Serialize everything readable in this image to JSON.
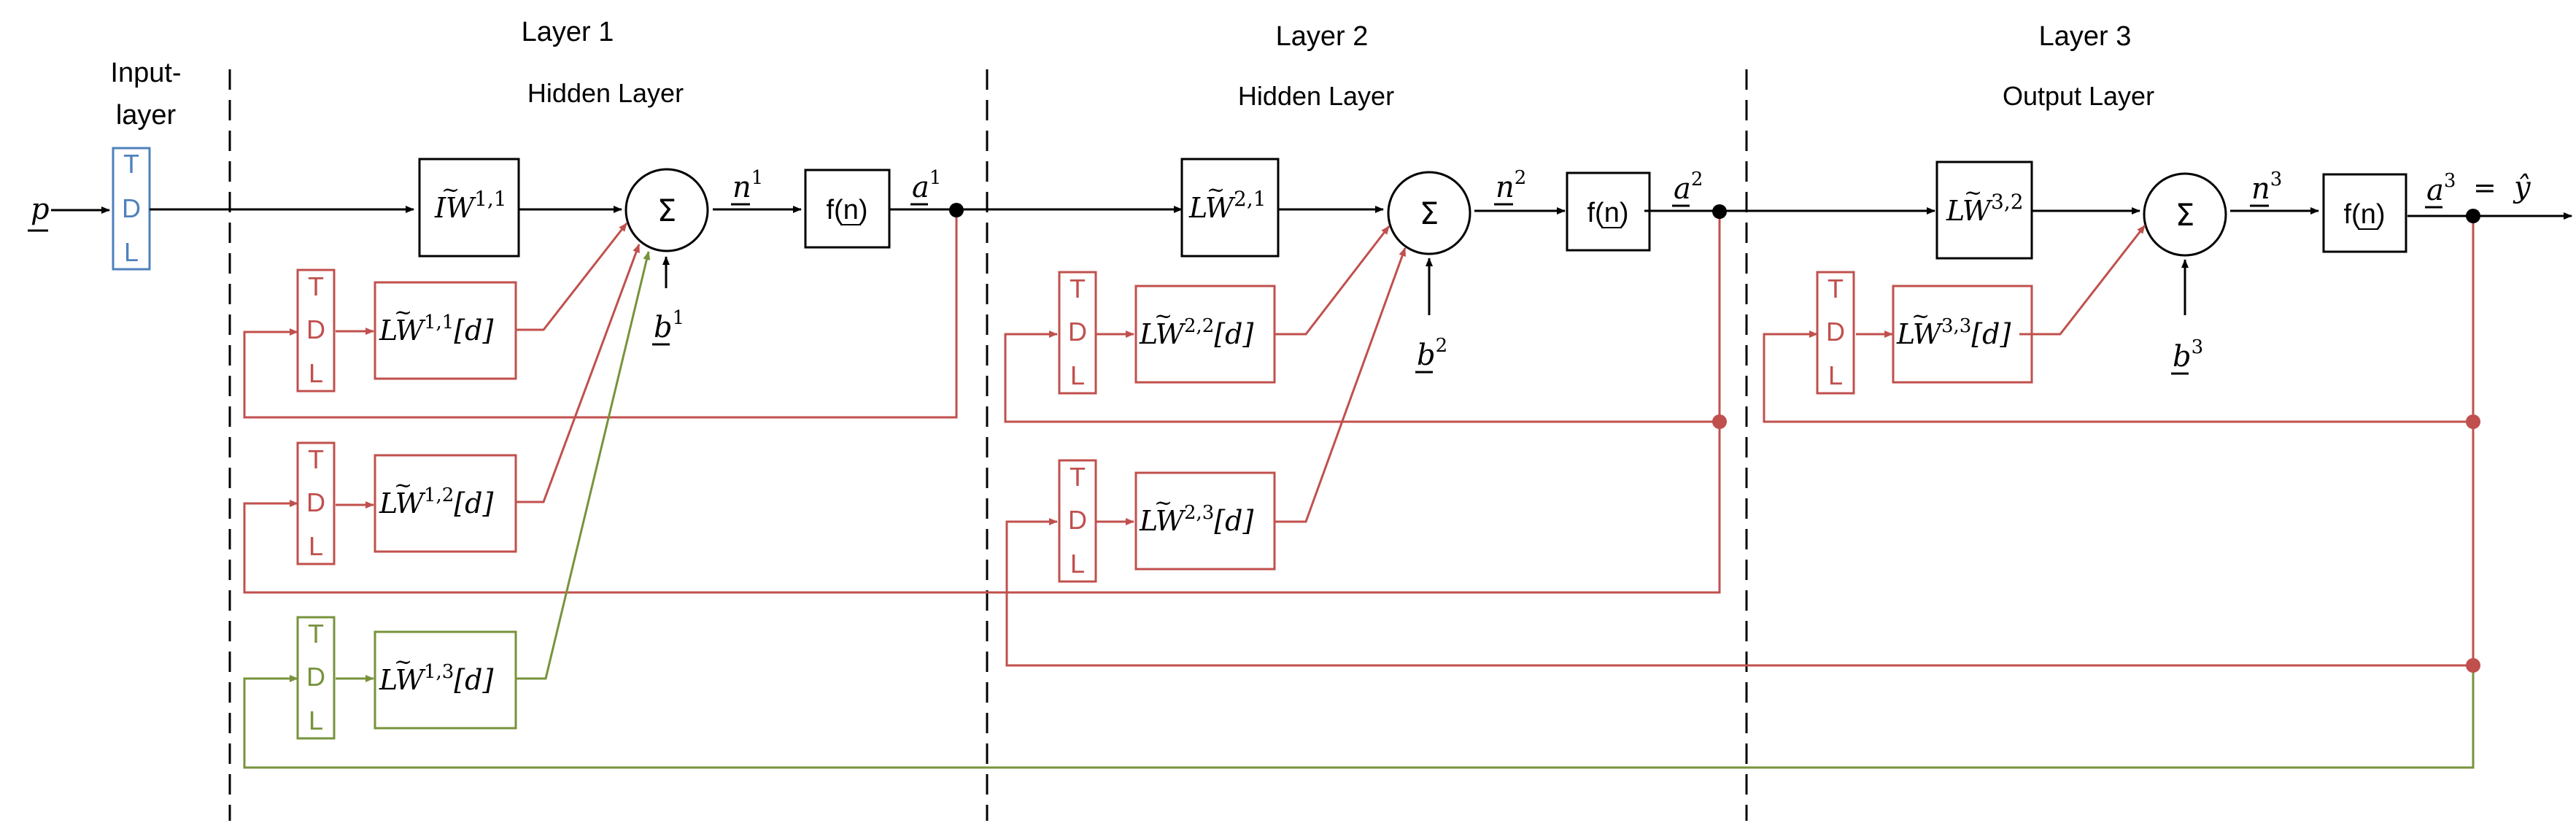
{
  "layers": {
    "l1": {
      "title": "Layer 1",
      "subtitle": "Hidden Layer"
    },
    "l2": {
      "title": "Layer 2",
      "subtitle": "Hidden Layer"
    },
    "l3": {
      "title": "Layer 3",
      "subtitle": "Output Layer"
    }
  },
  "input_layer": {
    "line1": "Input-",
    "line2": "layer"
  },
  "input_signal": "p",
  "tdl": {
    "t": "T",
    "d": "D",
    "l": "L"
  },
  "sum_symbol": "Σ",
  "fn_label": "f(n)",
  "equals": "=",
  "y_hat": "ŷ",
  "weights": {
    "iw11": {
      "base": "IW",
      "sup": "1,1"
    },
    "lw21": {
      "base": "LW",
      "sup": "2,1"
    },
    "lw32": {
      "base": "LW",
      "sup": "3,2"
    },
    "lw11d": {
      "base": "LW",
      "sup": "1,1",
      "arg": "[d]"
    },
    "lw12d": {
      "base": "LW",
      "sup": "1,2",
      "arg": "[d]"
    },
    "lw13d": {
      "base": "LW",
      "sup": "1,3",
      "arg": "[d]"
    },
    "lw22d": {
      "base": "LW",
      "sup": "2,2",
      "arg": "[d]"
    },
    "lw23d": {
      "base": "LW",
      "sup": "2,3",
      "arg": "[d]"
    },
    "lw33d": {
      "base": "LW",
      "sup": "3,3",
      "arg": "[d]"
    }
  },
  "signals": {
    "n1": {
      "base": "n",
      "sup": "1"
    },
    "n2": {
      "base": "n",
      "sup": "2"
    },
    "n3": {
      "base": "n",
      "sup": "3"
    },
    "a1": {
      "base": "a",
      "sup": "1"
    },
    "a2": {
      "base": "a",
      "sup": "2"
    },
    "a3": {
      "base": "a",
      "sup": "3"
    },
    "b1": {
      "base": "b",
      "sup": "1"
    },
    "b2": {
      "base": "b",
      "sup": "2"
    },
    "b3": {
      "base": "b",
      "sup": "3"
    }
  },
  "colors": {
    "black": "#000000",
    "red": "#c0504d",
    "green": "#77933c",
    "blue": "#4f81bd"
  }
}
